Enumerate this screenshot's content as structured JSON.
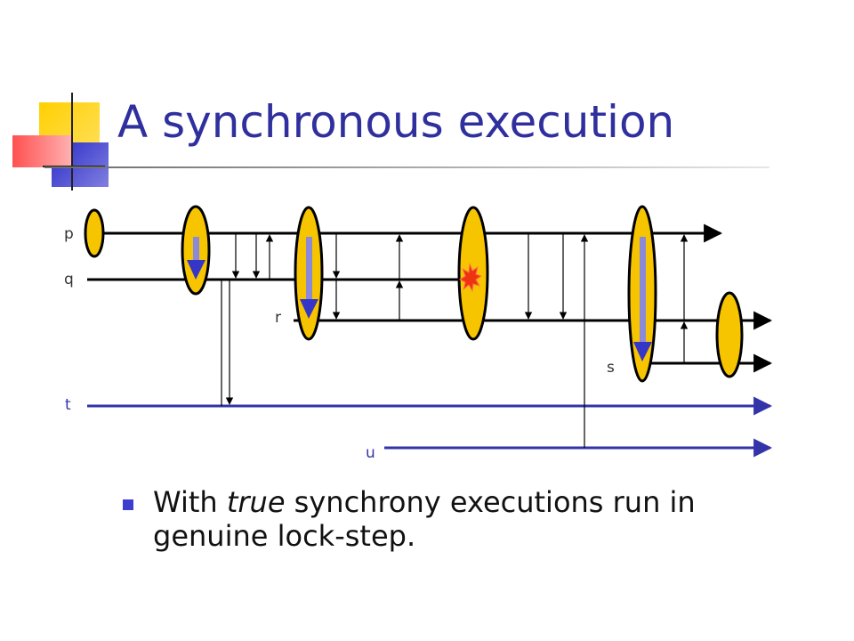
{
  "slide": {
    "title": "A synchronous execution"
  },
  "diagram": {
    "process_labels": {
      "p": "p",
      "q": "q",
      "r": "r",
      "s": "s",
      "t": "t",
      "u": "u"
    },
    "colors": {
      "process_line": "#000000",
      "client_line": "#3333aa",
      "ellipse_fill": "#f7c400",
      "delivery_arrow": "#3535c8",
      "crash_burst": "#ee3311",
      "label_text": "#333333"
    }
  },
  "bullets": {
    "item1": {
      "before": "With ",
      "emphasis": "true",
      "after": " synchrony executions run in genuine lock-step."
    }
  }
}
